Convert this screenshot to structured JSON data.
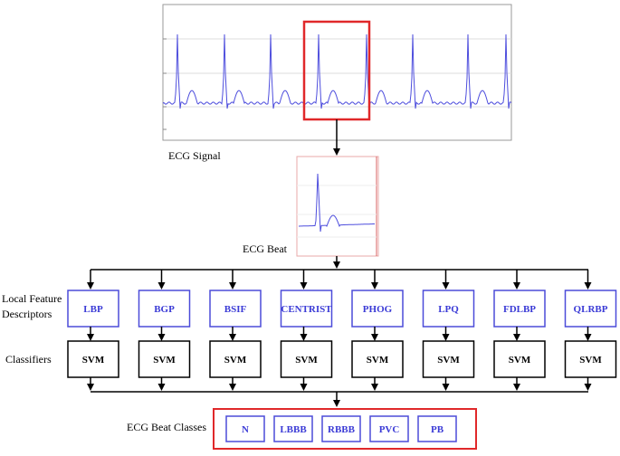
{
  "labels": {
    "ecg_signal": "ECG Signal",
    "ecg_beat": "ECG Beat",
    "descriptors_line1": "Local Feature",
    "descriptors_line2": "Descriptors",
    "classifiers": "Classifiers",
    "beat_classes": "ECG Beat Classes"
  },
  "descriptors": [
    "LBP",
    "BGP",
    "BSIF",
    "CENTRIST",
    "PHOG",
    "LPQ",
    "FDLBP",
    "QLRBP"
  ],
  "classifiers": [
    "SVM",
    "SVM",
    "SVM",
    "SVM",
    "SVM",
    "SVM",
    "SVM",
    "SVM"
  ],
  "beat_classes": [
    "N",
    "LBBB",
    "RBBB",
    "PVC",
    "PB"
  ],
  "colors": {
    "descriptor_border": "#4b4bd9",
    "descriptor_text": "#3b3bd6",
    "classifier_border": "#000000",
    "class_box_border": "#e0282a",
    "class_item_border": "#4b4bd9",
    "signal_trace": "#4d4ddd",
    "highlight_box": "#e0282a",
    "arrow": "#000000"
  }
}
